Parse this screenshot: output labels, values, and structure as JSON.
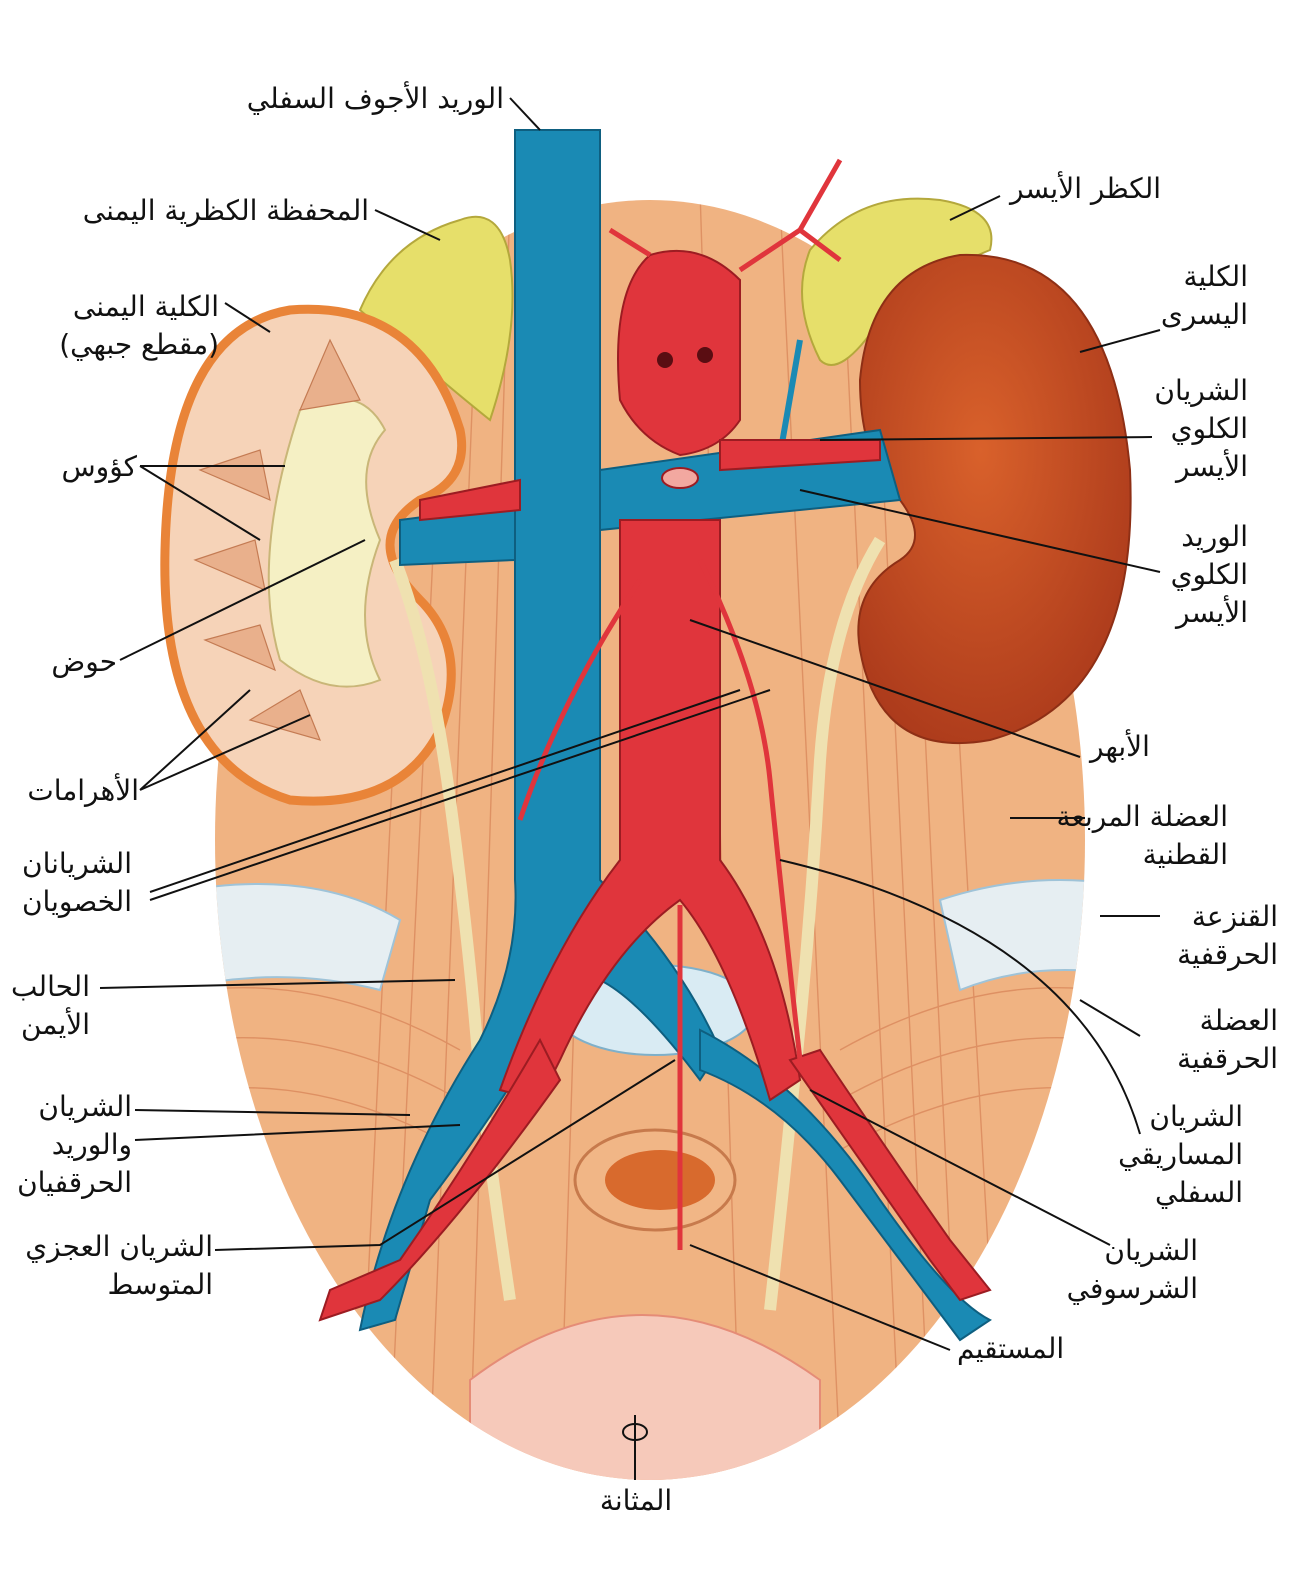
{
  "labels": {
    "inferior_vena_cava": "الوريد الأجوف السفلي",
    "right_adrenal": "المحفظة الكظرية اليمنى",
    "left_adrenal": "الكظر الأيسر",
    "right_kidney": [
      "الكلية اليمنى",
      "(مقطع جبهي)"
    ],
    "left_kidney": [
      "الكلية",
      "اليسرى"
    ],
    "left_renal_artery": [
      "الشريان",
      "الكلوي",
      "الأيسر"
    ],
    "left_renal_vein": [
      "الوريد",
      "الكلوي",
      "الأيسر"
    ],
    "calyces": "كؤوس",
    "pelvis": "حوض",
    "pyramids": "الأهرامات",
    "aorta": "الأبهر",
    "quadratus_lumborum": [
      "العضلة المربعة",
      "القطنية"
    ],
    "testicular_arteries": [
      "الشريانان",
      "الخصويان"
    ],
    "iliac_crest": [
      "القنزعة",
      "الحرقفية"
    ],
    "right_ureter": [
      "الحالب",
      "الأيمن"
    ],
    "iliacus": [
      "العضلة",
      "الحرقفية"
    ],
    "iliac_artery_vein": [
      "الشريان",
      "والوريد",
      "الحرقفيان"
    ],
    "inferior_mesenteric": [
      "الشريان",
      "المساريقي",
      "السفلي"
    ],
    "median_sacral": [
      "الشريان العجزي",
      "المتوسط"
    ],
    "sigmoid_artery": [
      "الشريان",
      "الشرسوفي"
    ],
    "rectum": "المستقيم",
    "bladder": "المثانة"
  },
  "colors": {
    "vein": "#1a8ab4",
    "artery": "#e0353c",
    "kidney": "#cc4e1e",
    "adrenal": "#e6df6a",
    "muscle": "#f1b684",
    "ureter": "#f2e6b8"
  }
}
